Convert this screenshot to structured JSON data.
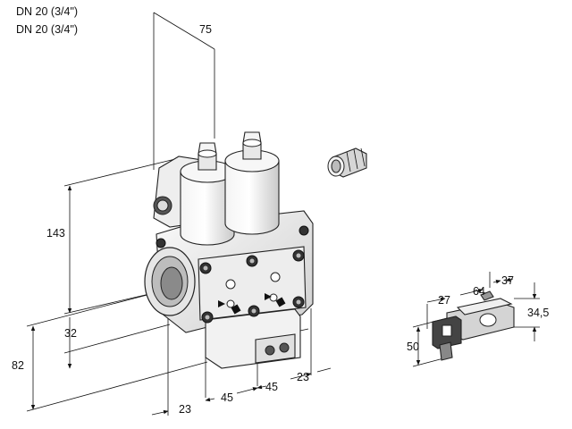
{
  "header": {
    "line1": "DN 20 (3/4\")",
    "line2": "DN 20 (3/4\")"
  },
  "dimensions": {
    "d75": "75",
    "d143": "143",
    "d32": "32",
    "d82": "82",
    "d23_left": "23",
    "d45_a": "45",
    "d45_b": "45",
    "d23_right": "23",
    "d27": "27",
    "d64": "64",
    "d37": "37",
    "d34_5": "34,5",
    "d50": "50"
  }
}
